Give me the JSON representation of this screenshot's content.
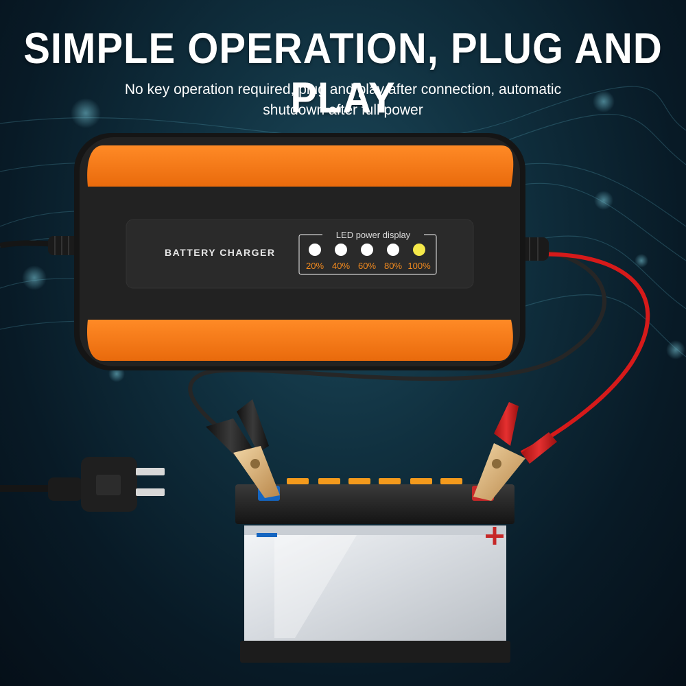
{
  "headline": "SIMPLE OPERATION, PLUG AND PLAY",
  "subtitle": "No key operation required, plug and play after connection, automatic shutdown after full power",
  "charger": {
    "label": "BATTERY CHARGER",
    "display_title": "LED power display",
    "leds": [
      {
        "label": "20%",
        "lit": false
      },
      {
        "label": "40%",
        "lit": false
      },
      {
        "label": "60%",
        "lit": false
      },
      {
        "label": "80%",
        "lit": false
      },
      {
        "label": "100%",
        "lit": true
      }
    ]
  },
  "battery": {
    "negative_symbol": "−",
    "positive_symbol": "+"
  },
  "colors": {
    "charger_orange": "#f47a1a",
    "charger_body": "#1c1c1c",
    "led_off": "#ffffff",
    "led_on": "#f5e94a",
    "led_label": "#f28a1e",
    "cable_red": "#d91b1b",
    "cable_black": "#222222",
    "negative_terminal": "#1565c0",
    "positive_terminal": "#c62828"
  }
}
